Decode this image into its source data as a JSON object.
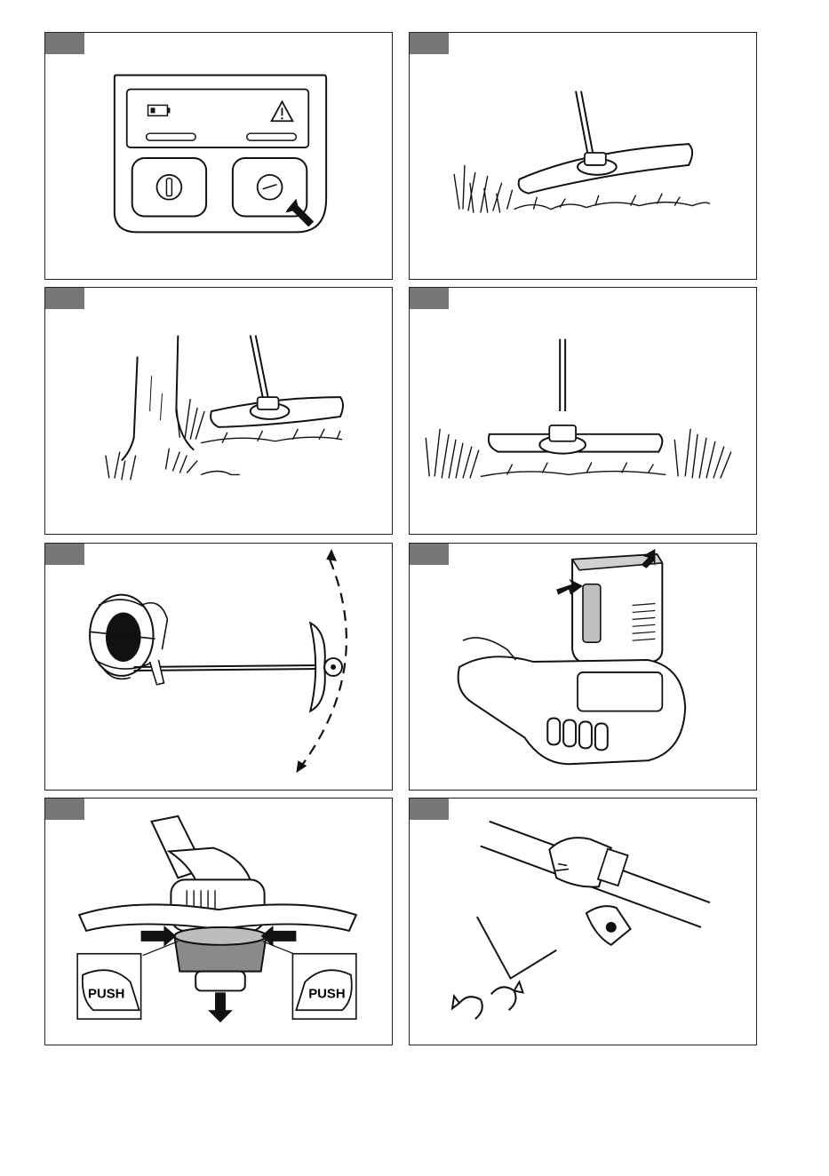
{
  "figures": [
    {
      "name": "control-panel-eco-button"
    },
    {
      "name": "trimmer-head-tilted-cutting"
    },
    {
      "name": "trimming-around-tree"
    },
    {
      "name": "trimmer-head-level-cutting"
    },
    {
      "name": "operator-sweep-arc"
    },
    {
      "name": "battery-removal"
    },
    {
      "name": "spool-cover-removal",
      "push_label_left": "PUSH",
      "push_label_right": "PUSH"
    },
    {
      "name": "handle-adjustment-hex-key"
    }
  ],
  "colors": {
    "tab": "#777777",
    "line": "#1a1a1a",
    "battery_gray": "#bfbfbf",
    "spool_gray": "#8a8a8a"
  }
}
